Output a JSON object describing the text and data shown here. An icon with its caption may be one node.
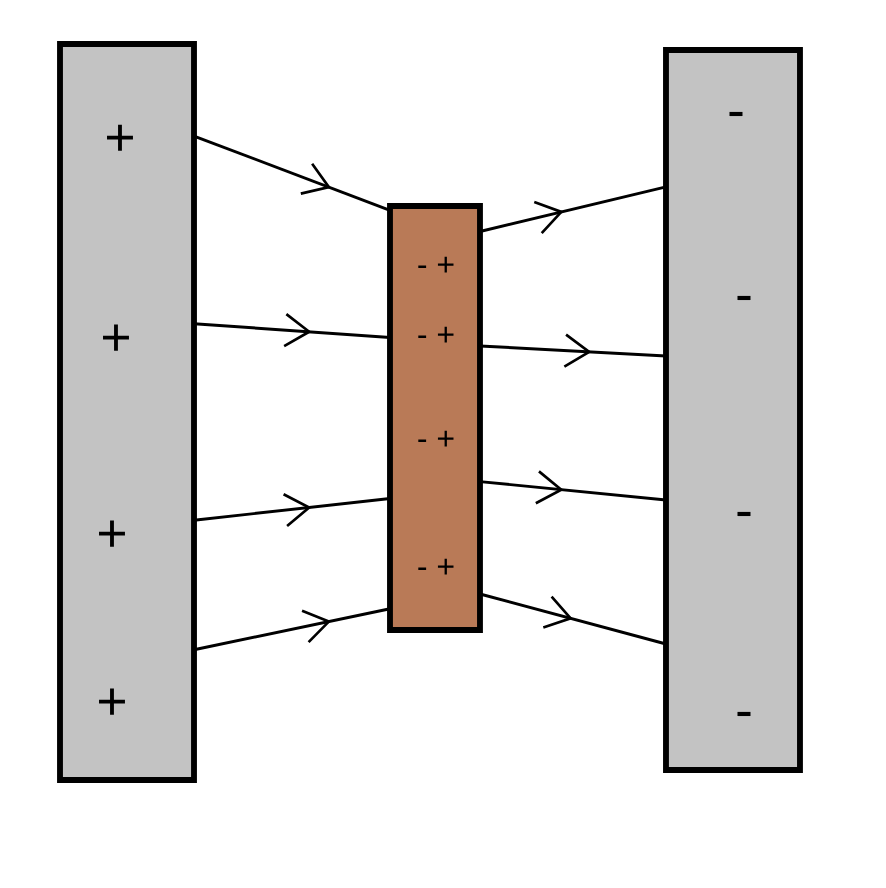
{
  "diagram": {
    "nodes": [
      {
        "text": [
          "+",
          "+",
          "+",
          "+"
        ]
      },
      {
        "text": [
          "- +",
          "- +",
          "- +",
          "- +"
        ]
      },
      {
        "text": [
          "-",
          "-",
          "-",
          "-"
        ]
      }
    ],
    "edges": [
      {
        "from": 0,
        "to": 1,
        "arrow": "to"
      },
      {
        "from": 0,
        "to": 1,
        "arrow": "to"
      },
      {
        "from": 0,
        "to": 1,
        "arrow": "to"
      },
      {
        "from": 0,
        "to": 1,
        "arrow": "to"
      },
      {
        "from": 1,
        "to": 2,
        "arrow": "to"
      },
      {
        "from": 1,
        "to": 2,
        "arrow": "to"
      },
      {
        "from": 1,
        "to": 2,
        "arrow": "to"
      },
      {
        "from": 1,
        "to": 2,
        "arrow": "to"
      }
    ]
  }
}
